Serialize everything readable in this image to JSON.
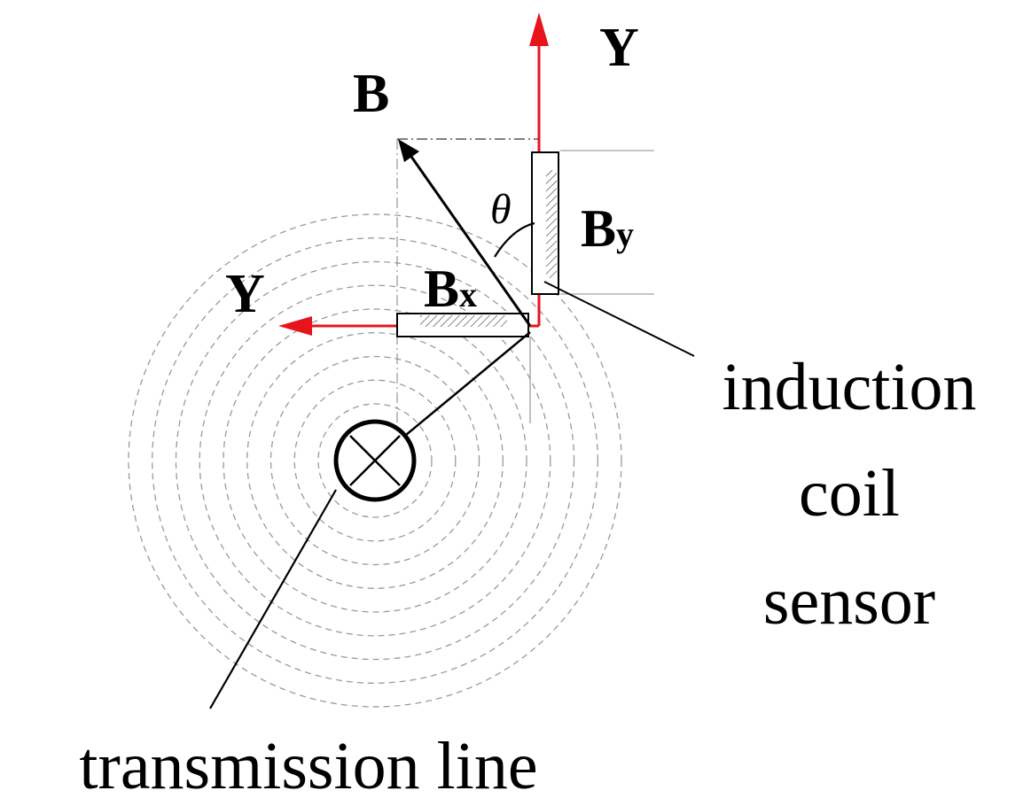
{
  "labels": {
    "axis_y_vertical": "Y",
    "axis_y_horizontal": "Y",
    "field_vector": "B",
    "component_y": {
      "main": "B",
      "sub": "y"
    },
    "component_x": {
      "main": "B",
      "sub": "x"
    },
    "angle": "θ",
    "sensor_label_lines": [
      "induction",
      "coil",
      "sensor"
    ],
    "line_label": "transmission line"
  },
  "colors": {
    "axis": "#e8141c",
    "ink": "#000000",
    "field_ring": "#9a9a9a",
    "guide": "#8c8c8c"
  },
  "field_ring_count": 9,
  "icons": {
    "conductor": "circle-cross-icon"
  }
}
